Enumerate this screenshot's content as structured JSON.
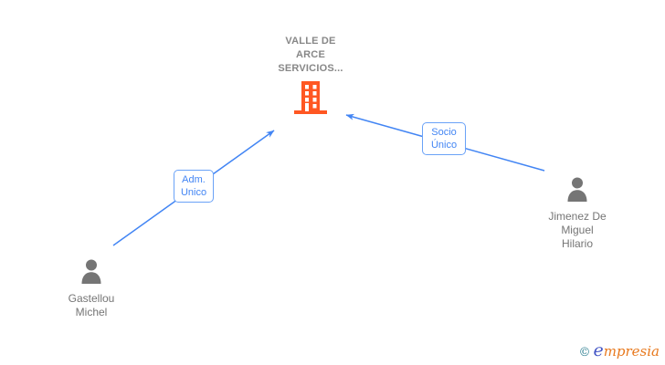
{
  "diagram": {
    "company": {
      "name": "VALLE DE\nARCE\nSERVICIOS...",
      "icon": "building-icon"
    },
    "people": [
      {
        "name": "Gastellou\nMichel"
      },
      {
        "name": "Jimenez De\nMiguel\nHilario"
      }
    ],
    "edges": [
      {
        "label": "Adm.\nUnico",
        "from": "Gastellou Michel",
        "to": "VALLE DE ARCE SERVICIOS..."
      },
      {
        "label": "Socio\nÚnico",
        "from": "Jimenez De Miguel Hilario",
        "to": "VALLE DE ARCE SERVICIOS..."
      }
    ],
    "colors": {
      "edge_blue": "#4285f4",
      "label_border_blue": "#6aa2f7",
      "building_orange": "#ff5722",
      "person_gray": "#757575",
      "company_text_gray": "#878787"
    }
  },
  "watermark": {
    "copyright": "©",
    "brand_initial": "e",
    "brand_rest": "mpresia"
  }
}
